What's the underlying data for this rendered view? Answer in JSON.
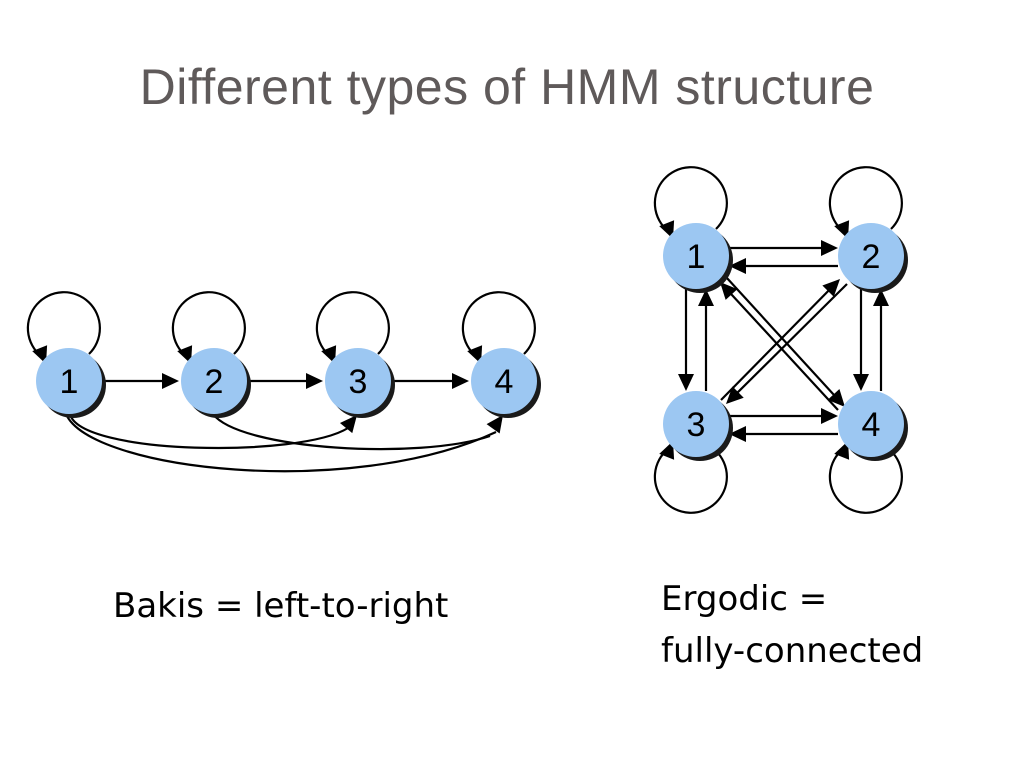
{
  "title": "Different types of HMM structure",
  "diagrams": [
    {
      "id": "bakis",
      "caption": "Bakis = left-to-right",
      "nodes": [
        {
          "id": "1",
          "label": "1"
        },
        {
          "id": "2",
          "label": "2"
        },
        {
          "id": "3",
          "label": "3"
        },
        {
          "id": "4",
          "label": "4"
        }
      ],
      "edges": [
        [
          "1",
          "1"
        ],
        [
          "2",
          "2"
        ],
        [
          "3",
          "3"
        ],
        [
          "4",
          "4"
        ],
        [
          "1",
          "2"
        ],
        [
          "2",
          "3"
        ],
        [
          "3",
          "4"
        ],
        [
          "1",
          "4"
        ],
        [
          "2",
          "4"
        ]
      ]
    },
    {
      "id": "ergodic",
      "caption_lines": [
        "Ergodic =",
        "fully-connected"
      ],
      "nodes": [
        {
          "id": "1",
          "label": "1"
        },
        {
          "id": "2",
          "label": "2"
        },
        {
          "id": "3",
          "label": "3"
        },
        {
          "id": "4",
          "label": "4"
        }
      ],
      "edges": [
        [
          "1",
          "1"
        ],
        [
          "2",
          "2"
        ],
        [
          "3",
          "3"
        ],
        [
          "4",
          "4"
        ],
        [
          "1",
          "2"
        ],
        [
          "2",
          "1"
        ],
        [
          "3",
          "4"
        ],
        [
          "4",
          "3"
        ],
        [
          "1",
          "3"
        ],
        [
          "3",
          "1"
        ],
        [
          "2",
          "4"
        ],
        [
          "4",
          "2"
        ],
        [
          "1",
          "4"
        ],
        [
          "4",
          "1"
        ],
        [
          "2",
          "3"
        ],
        [
          "3",
          "2"
        ]
      ]
    }
  ],
  "colors": {
    "node_fill": "#9cc7f2",
    "node_shadow": "#1a1a1a",
    "edge": "#000000",
    "title": "#5f5a5a"
  }
}
